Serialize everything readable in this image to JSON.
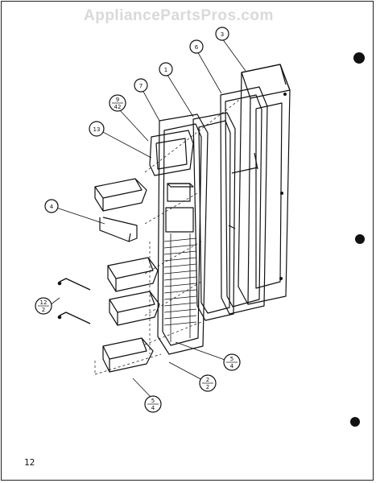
{
  "watermark": "AppliancePartsPros.com",
  "page_number": "12",
  "callouts": [
    {
      "id": "c1",
      "top": "1",
      "bottom": ""
    },
    {
      "id": "c3",
      "top": "3",
      "bottom": ""
    },
    {
      "id": "c4",
      "top": "4",
      "bottom": ""
    },
    {
      "id": "c6",
      "top": "6",
      "bottom": ""
    },
    {
      "id": "c7",
      "top": "7",
      "bottom": ""
    },
    {
      "id": "c13",
      "top": "13",
      "bottom": ""
    },
    {
      "id": "c9-42",
      "top": "9",
      "bottom": "42"
    },
    {
      "id": "c12-2",
      "top": "12",
      "bottom": "2"
    },
    {
      "id": "c2-2",
      "top": "2",
      "bottom": "2"
    },
    {
      "id": "c5-4a",
      "top": "5",
      "bottom": "4"
    },
    {
      "id": "c5-4b",
      "top": "5",
      "bottom": "4"
    }
  ],
  "colors": {
    "line": "#111111",
    "watermark": "#d9d9d9",
    "background": "#ffffff"
  }
}
